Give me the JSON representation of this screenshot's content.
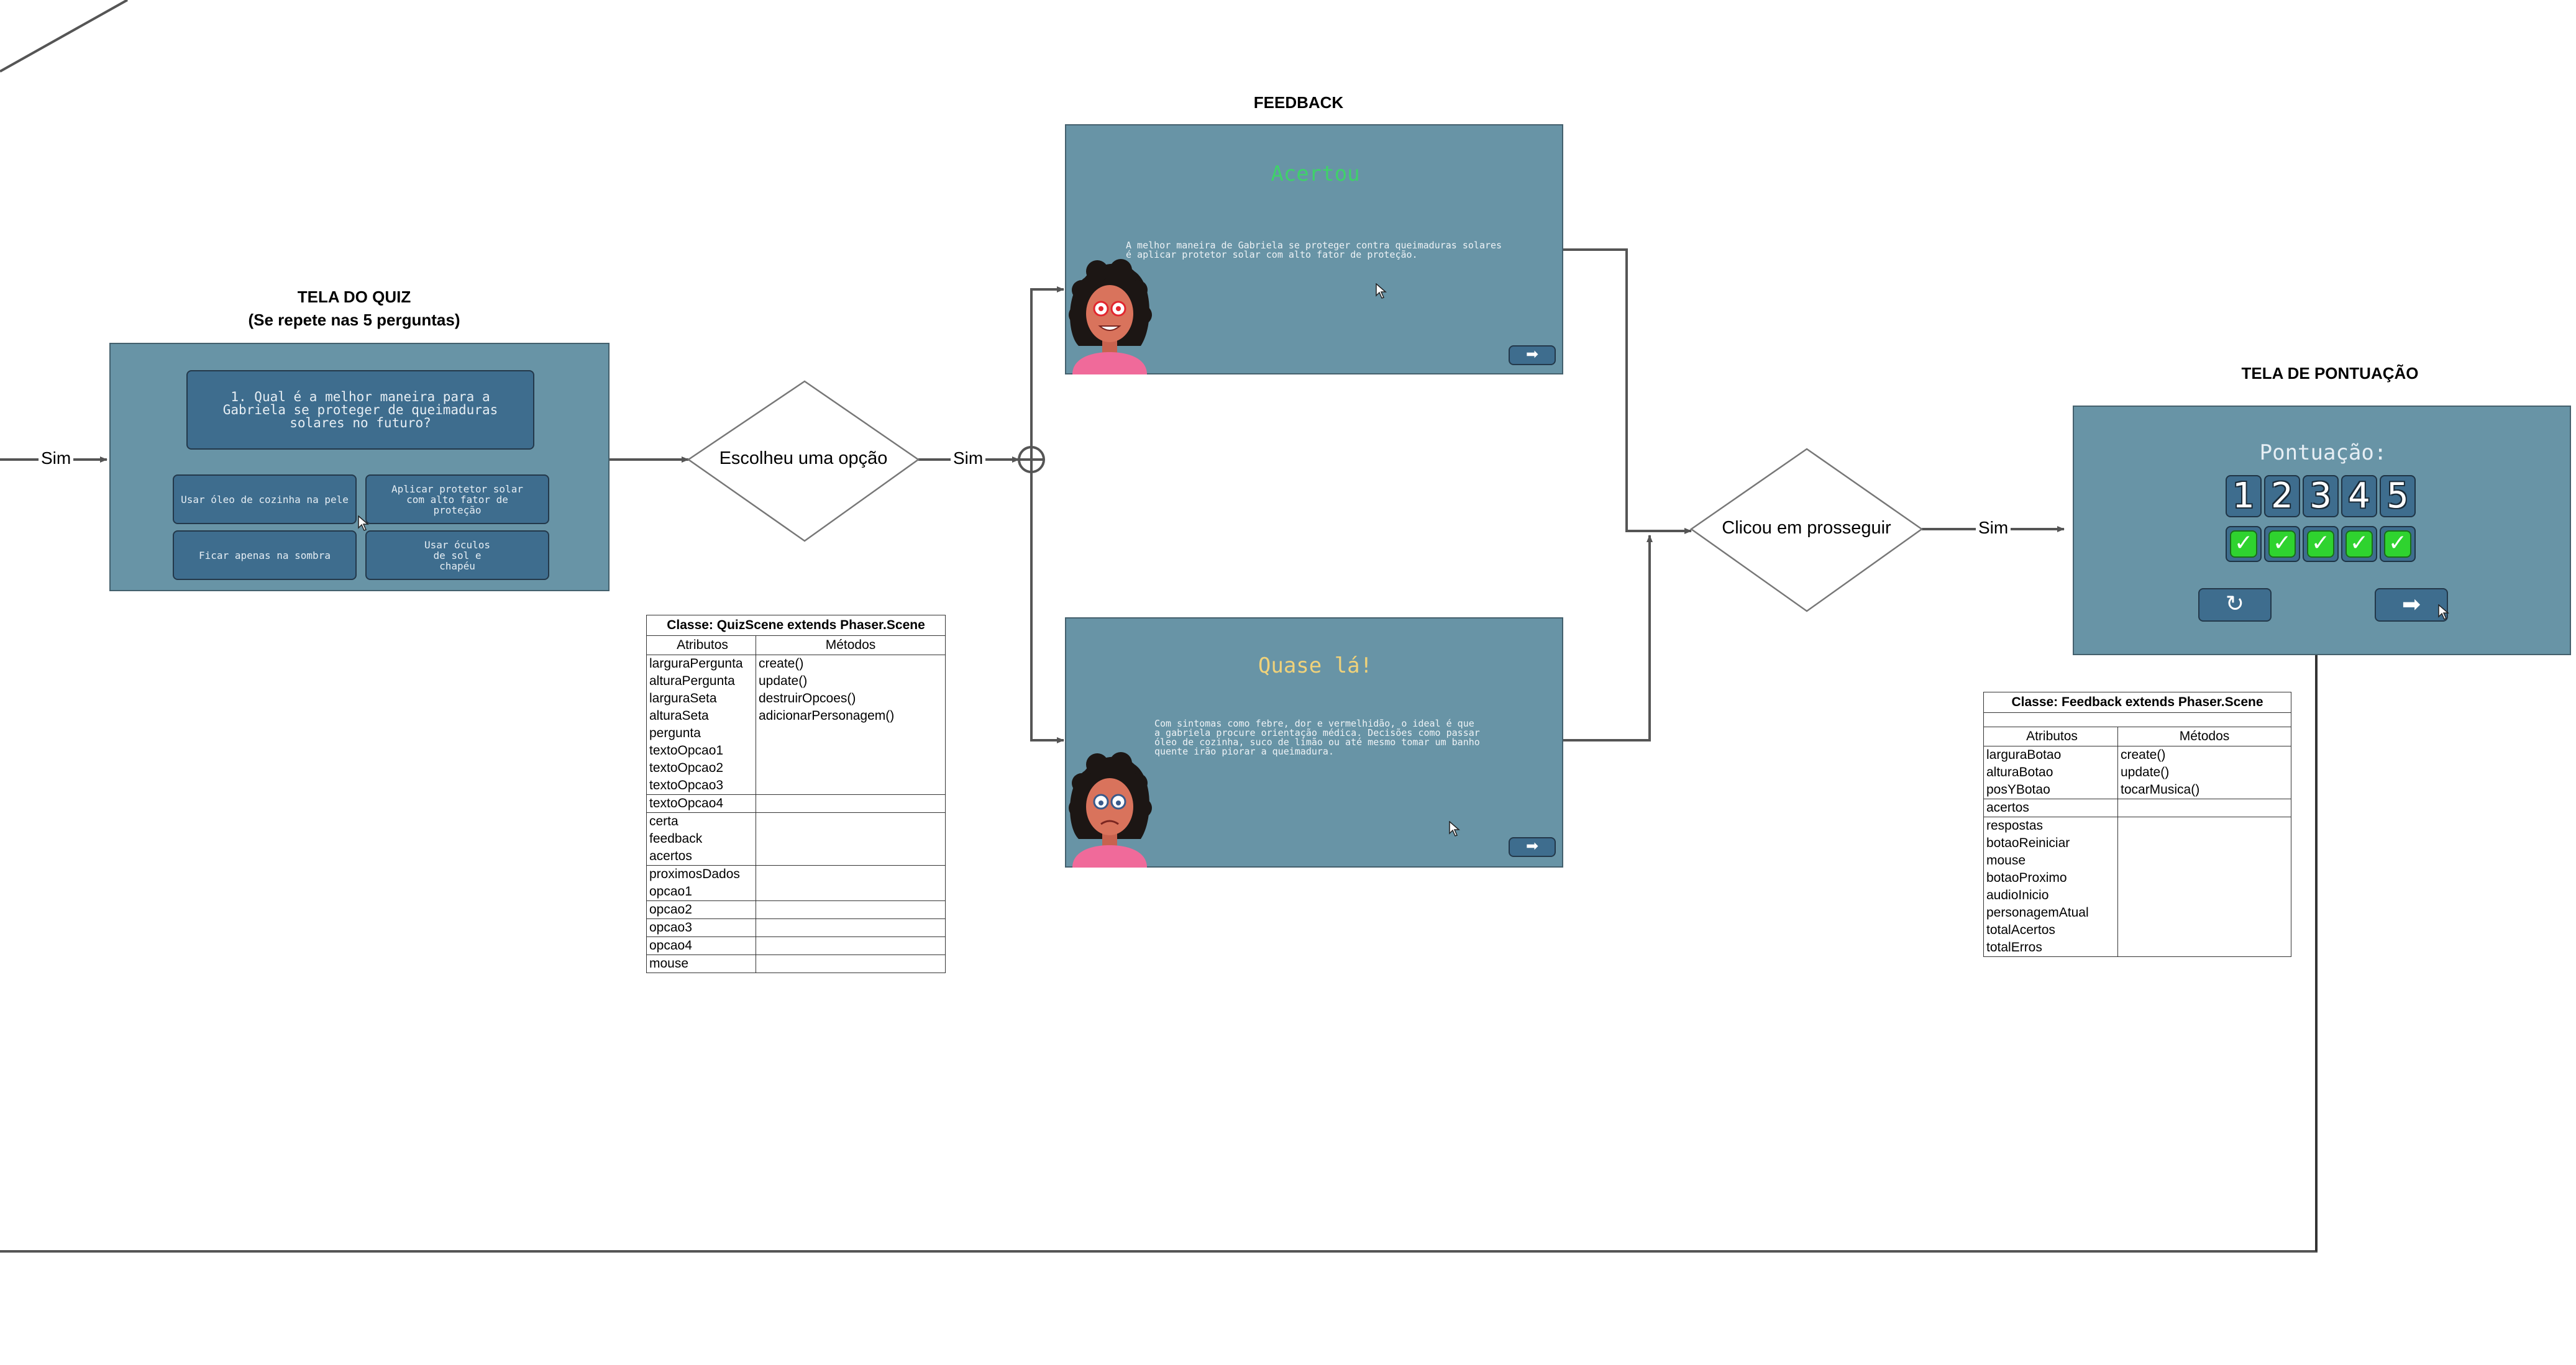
{
  "titles": {
    "quiz": "TELA DO QUIZ",
    "quiz_sub": "(Se repete nas 5 perguntas)",
    "feedback": "FEEDBACK",
    "score": "TELA DE PONTUAÇÃO"
  },
  "quiz": {
    "question": "1. Qual é a melhor maneira para a Gabriela se proteger de queimaduras solares no futuro?",
    "options": [
      "Usar óleo de cozinha na pele",
      "Aplicar protetor solar com alto fator de proteção",
      "Ficar apenas na sombra",
      "Usar óculos de sol e chapéu"
    ]
  },
  "decisions": {
    "choose": "Escolheu uma opção",
    "proceed": "Clicou em prosseguir"
  },
  "edges": {
    "yes1": "Sim",
    "yes2": "Sim",
    "yes3": "Sim"
  },
  "feedback_correct": {
    "title": "Acertou",
    "text": "A melhor maneira de Gabriela se proteger contra queimaduras solares é aplicar protetor solar com alto fator de proteção.",
    "title_color": "#3fd16a"
  },
  "feedback_almost": {
    "title": "Quase lá!",
    "text": "Com sintomas como febre, dor e vermelhidão, o ideal é que a gabriela procure orientação médica. Decisões como passar óleo de cozinha, suco de limão ou até mesmo tomar um banho quente irão piorar a queimadura.",
    "title_color": "#f0d27a"
  },
  "score": {
    "label": "Pontuação:",
    "numbers": [
      "1",
      "2",
      "3",
      "4",
      "5"
    ]
  },
  "quiz_class": {
    "caption": "Classe: QuizScene extends Phaser.Scene",
    "headers": [
      "Atributos",
      "Métodos"
    ],
    "rows": [
      {
        "attrs": [
          "larguraPergunta",
          "alturaPergunta",
          "larguraSeta",
          "alturaSeta",
          "pergunta",
          "textoOpcao1",
          "textoOpcao2",
          "textoOpcao3"
        ],
        "methods": [
          "create()",
          "update()",
          "destruirOpcoes()",
          "adicionarPersonagem()"
        ]
      },
      {
        "attrs": [
          "textoOpcao4"
        ],
        "methods": []
      },
      {
        "attrs": [
          "certa",
          "feedback",
          "acertos"
        ],
        "methods": []
      },
      {
        "attrs": [
          "proximosDados",
          "opcao1"
        ],
        "methods": []
      },
      {
        "attrs": [
          "opcao2"
        ],
        "methods": []
      },
      {
        "attrs": [
          "opcao3"
        ],
        "methods": []
      },
      {
        "attrs": [
          "opcao4"
        ],
        "methods": []
      },
      {
        "attrs": [
          "mouse"
        ],
        "methods": []
      }
    ]
  },
  "feedback_class": {
    "caption": "Classe: Feedback extends Phaser.Scene",
    "headers": [
      "Atributos",
      "Métodos"
    ],
    "rows": [
      {
        "attrs": [
          "larguraBotao",
          "alturaBotao",
          "posYBotao"
        ],
        "methods": [
          "create()",
          "update()",
          "tocarMusica()"
        ]
      },
      {
        "attrs": [
          "acertos"
        ],
        "methods": []
      },
      {
        "attrs": [
          "respostas",
          "botaoReiniciar",
          "mouse",
          "botaoProximo",
          "audioInicio",
          "personagemAtual",
          "totalAcertos",
          "totalErros"
        ],
        "methods": []
      }
    ]
  }
}
